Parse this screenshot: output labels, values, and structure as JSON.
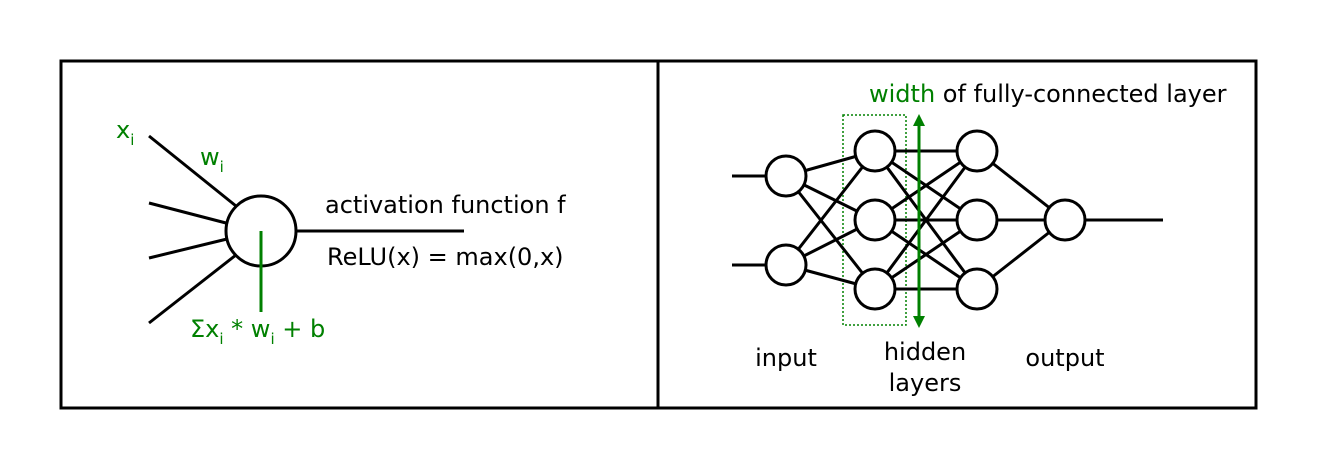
{
  "colors": {
    "ink": "#000000",
    "accent": "#008000",
    "background": "#ffffff"
  },
  "neuron": {
    "input_var": "x",
    "input_sub": "i",
    "weight_var": "w",
    "weight_sub": "i",
    "activation_title": "activation function f",
    "relu_formula": "ReLU(x) = max(0,x)",
    "sum_sigma_x": "Σx",
    "sum_sub_1": "i",
    "sum_times_w": " * w",
    "sum_sub_2": "i",
    "sum_plus_b": " + b"
  },
  "network": {
    "width_highlight": "width",
    "width_rest": " of fully-connected layer",
    "input_label": "input",
    "hidden_label_line1": "hidden",
    "hidden_label_line2": "layers",
    "output_label": "output",
    "layers": [
      2,
      3,
      3,
      1
    ]
  }
}
